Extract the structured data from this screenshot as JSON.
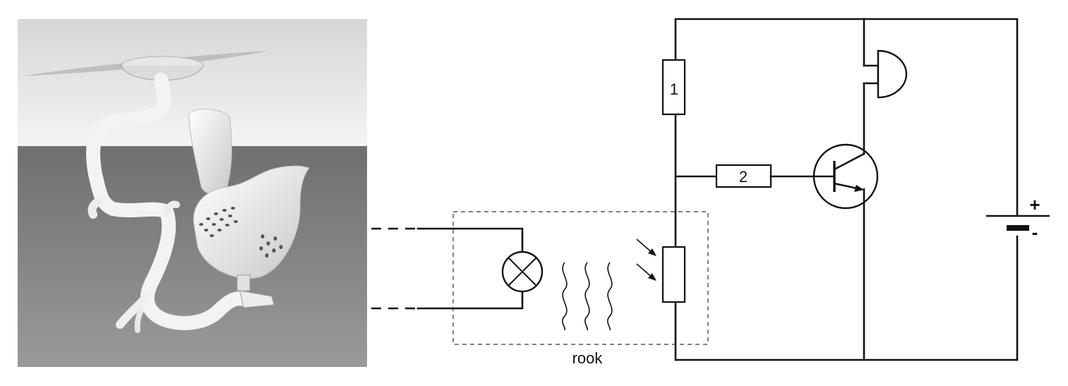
{
  "diagram": {
    "resistor_1_label": "1",
    "resistor_2_label": "2",
    "smoke_box_label": "rook",
    "battery_plus": "+",
    "battery_minus": "-"
  },
  "colors": {
    "line": "#111111",
    "ceiling": "#eeeeee",
    "wall": "#808080",
    "device": "#f2f2f2"
  }
}
